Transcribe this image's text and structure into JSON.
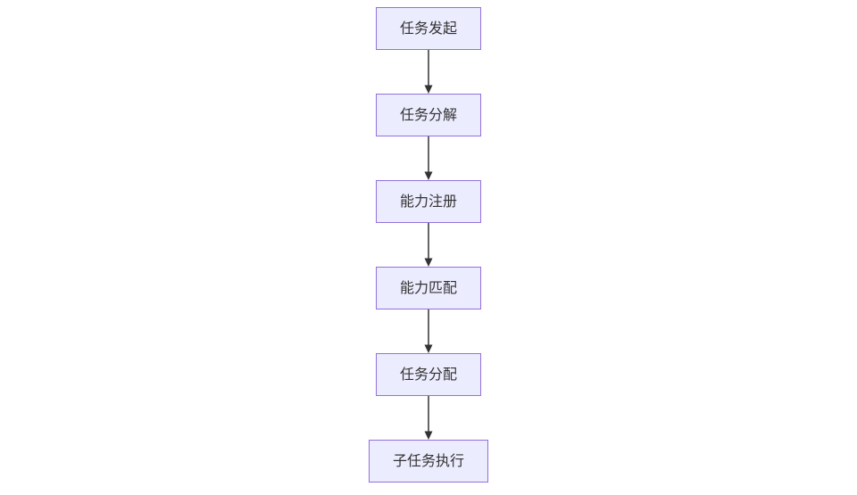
{
  "diagram": {
    "type": "flowchart",
    "direction": "top-down",
    "nodes": [
      {
        "id": "task-initiation",
        "label": "任务发起"
      },
      {
        "id": "task-decomposition",
        "label": "任务分解"
      },
      {
        "id": "capability-register",
        "label": "能力注册"
      },
      {
        "id": "capability-match",
        "label": "能力匹配"
      },
      {
        "id": "task-assignment",
        "label": "任务分配"
      },
      {
        "id": "subtask-execution",
        "label": "子任务执行"
      }
    ],
    "edges": [
      {
        "from": "任务发起",
        "to": "任务分解"
      },
      {
        "from": "任务分解",
        "to": "能力注册"
      },
      {
        "from": "能力注册",
        "to": "能力匹配"
      },
      {
        "from": "能力匹配",
        "to": "任务分配"
      },
      {
        "from": "任务分配",
        "to": "子任务执行"
      }
    ],
    "colors": {
      "node_fill": "#ECECFF",
      "node_border": "#9370DB",
      "node_text": "#333333",
      "arrow": "#333333",
      "background": "#FFFFFF"
    }
  }
}
